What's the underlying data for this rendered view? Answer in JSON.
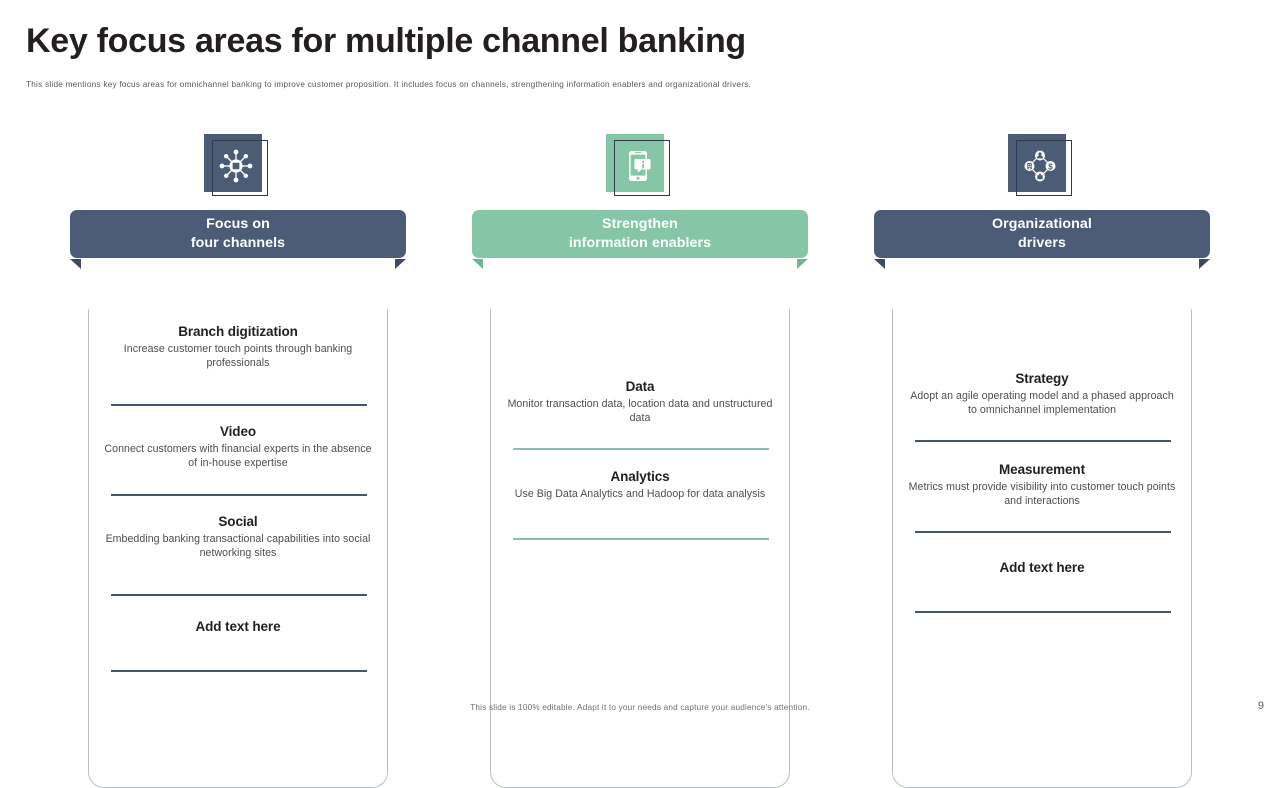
{
  "slide": {
    "title": "Key focus areas for multiple channel banking",
    "subtitle": "This slide mentions key focus areas for omnichannel banking to improve customer proposition. It includes focus on channels, strengthening information enablers and organizational drivers.",
    "footer_note": "This slide is 100% editable. Adapt it to your needs and capture your audience's attention.",
    "page_number": "9"
  },
  "colors": {
    "navy": "#4c5c77",
    "navy_dark": "#3d4a61",
    "green": "#84c6a5",
    "green_dark": "#6fb894",
    "rule_navy": "#46556c",
    "rule_green": "#8cbfa8",
    "text_dark": "#221f20",
    "text_body": "#4d4d4f"
  },
  "columns": [
    {
      "id": "focus-on-four-channels",
      "icon_name": "network-hub-icon",
      "accent": "navy",
      "header_line1": "Focus on",
      "header_line2": "four channels",
      "blocks": [
        {
          "title": "Branch digitization",
          "desc": "Increase customer touch points through banking professionals"
        },
        {
          "title": "Video",
          "desc": "Connect customers with financial experts in the absence of in-house expertise"
        },
        {
          "title": "Social",
          "desc": "Embedding banking transactional capabilities into social networking sites"
        },
        {
          "title": "Add text here",
          "desc": ""
        }
      ]
    },
    {
      "id": "strengthen-information-enablers",
      "icon_name": "mobile-info-icon",
      "accent": "green",
      "header_line1": "Strengthen",
      "header_line2": "information enablers",
      "blocks": [
        {
          "title": "Data",
          "desc": "Monitor transaction data, location data and unstructured data"
        },
        {
          "title": "Analytics",
          "desc": "Use Big Data Analytics and Hadoop for data analysis"
        }
      ]
    },
    {
      "id": "organizational-drivers",
      "icon_name": "organization-network-icon",
      "accent": "navy",
      "header_line1": "Organizational",
      "header_line2": "drivers",
      "blocks": [
        {
          "title": "Strategy",
          "desc": "Adopt an agile operating model and a phased approach to omnichannel implementation"
        },
        {
          "title": "Measurement",
          "desc": "Metrics must provide visibility into customer touch points and interactions"
        },
        {
          "title": "Add text here",
          "desc": ""
        }
      ]
    }
  ]
}
